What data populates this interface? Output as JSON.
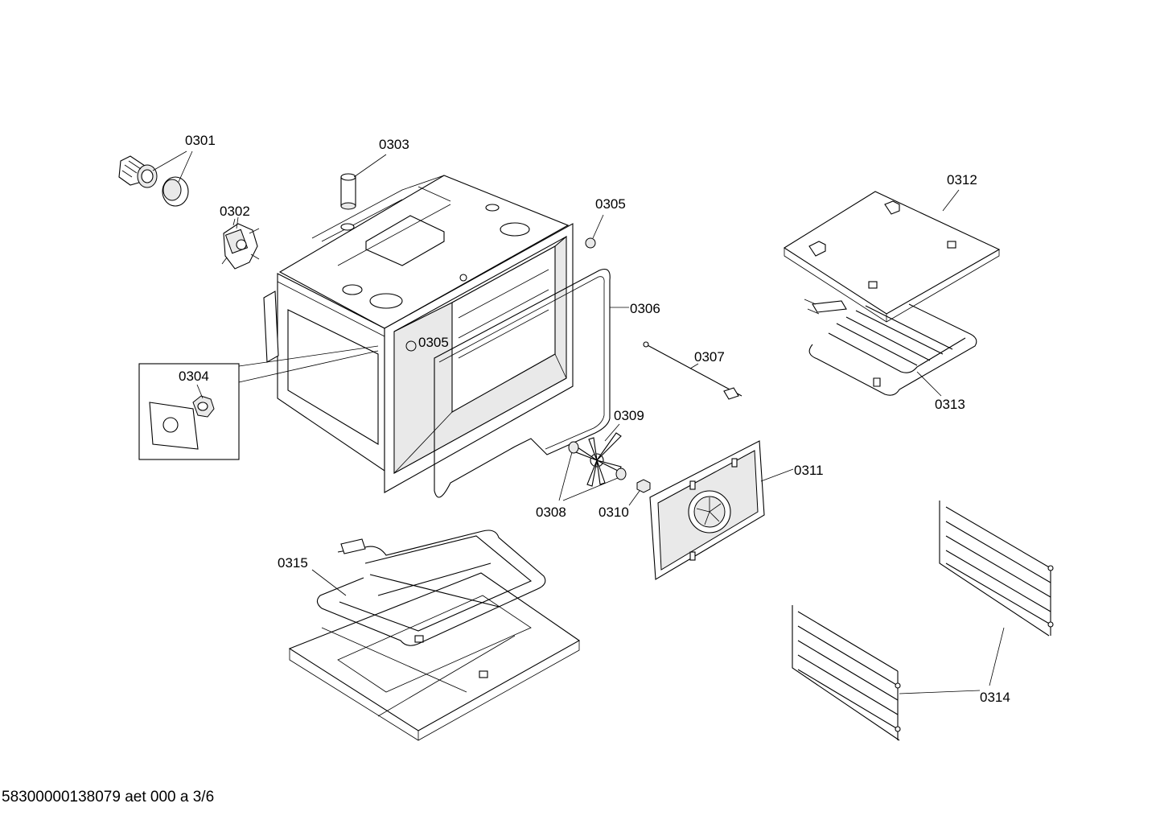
{
  "parts": {
    "p0301": "0301",
    "p0302": "0302",
    "p0303": "0303",
    "p0304": "0304",
    "p0305a": "0305",
    "p0305b": "0305",
    "p0306": "0306",
    "p0307": "0307",
    "p0308": "0308",
    "p0309": "0309",
    "p0310": "0310",
    "p0311": "0311",
    "p0312": "0312",
    "p0313": "0313",
    "p0314": "0314",
    "p0315": "0315"
  },
  "footer": {
    "doc_ref": "58300000138079 aet 000 a 3/6"
  }
}
